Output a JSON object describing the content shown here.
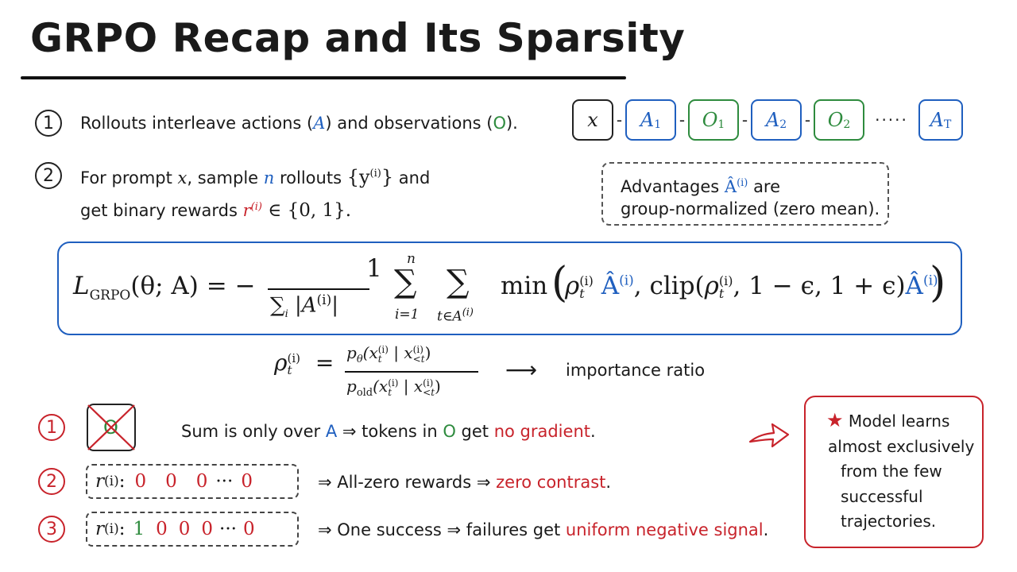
{
  "title": "GRPO Recap and Its Sparsity",
  "points": {
    "p1": {
      "num": "1",
      "text_before": "Rollouts interleave actions (",
      "a": "A",
      "text_mid": ") and observations (",
      "o": "O",
      "text_after": ")."
    },
    "p2": {
      "num": "2",
      "l1_a": "For prompt ",
      "x": "x",
      "l1_b": ", sample ",
      "n": "n",
      "l1_c": " rollouts ",
      "set": "{y",
      "sup_i": "(i)",
      "set_close": "}",
      "l1_d": " and",
      "l2_a": "get binary rewards ",
      "r": "r",
      "l2_b": " ∈ {0, 1}."
    }
  },
  "chain": {
    "x": "x",
    "a1": "A",
    "a1s": "1",
    "o1": "O",
    "o1s": "1",
    "a2": "A",
    "a2s": "2",
    "o2": "O",
    "o2s": "2",
    "at": "A",
    "ats": "T",
    "dash": "-",
    "dots": "·····"
  },
  "advantages": {
    "l1a": "Advantages ",
    "ahat": "Â",
    "sup": "(i)",
    "l1b": " are",
    "l2": "group-normalized (zero mean)."
  },
  "equation": {
    "L": "L",
    "Lsub": "GRPO",
    "args": "(θ; A) = −",
    "num": "1",
    "den_sum": "∑",
    "den_i": "i",
    "den_body": "|A",
    "den_sup": "(i)",
    "den_close": "|",
    "sum1": "∑",
    "sum1_top": "n",
    "sum1_bot": "i=1",
    "sum2": "∑",
    "sum2_bot": "t∈A",
    "sum2_bot_sup": "(i)",
    "min": "min",
    "lparen": "(",
    "rho": "ρ",
    "rho_sub": "t",
    "rho_sup": "(i)",
    "ahat": "Â",
    "comma": ",",
    "clip": "clip(",
    "clip_rest": ", 1 − ϵ, 1 + ϵ)",
    "rparen": ")"
  },
  "ratio": {
    "rho": "ρ",
    "sub": "t",
    "sup": "(i)",
    "eq": "=",
    "numerator": "p_θ(x_t^(i) | x_<t^(i))",
    "n_p": "p",
    "n_psub": "θ",
    "n_body1": "(x",
    "n_sub1": "t",
    "n_sup1": "(i)",
    "n_mid": " | x",
    "n_sub2": "<t",
    "n_sup2": "(i)",
    "n_close": ")",
    "d_p": "p",
    "d_psub": "old",
    "arrow": "⟶",
    "label": "importance ratio"
  },
  "findings": [
    {
      "num": "1",
      "box": "O",
      "t1": "Sum is only over ",
      "a": "A",
      "t2": " ⇒ tokens in ",
      "o": "O",
      "t3": " get ",
      "em": "no gradient",
      "t4": "."
    },
    {
      "num": "2",
      "r": "r",
      "sup": "(i)",
      "values": [
        "0",
        "0",
        "0",
        "···",
        "0"
      ],
      "t1": "⇒ All-zero rewards ⇒ ",
      "em": "zero contrast",
      "t2": "."
    },
    {
      "num": "3",
      "r": "r",
      "sup": "(i)",
      "values": [
        "1",
        "0",
        "0",
        "0",
        "···",
        "0"
      ],
      "t1": "⇒ One success ⇒ failures get ",
      "em": "uniform negative signal",
      "t2": "."
    }
  ],
  "summary": {
    "star": "★",
    "l1": " Model learns",
    "l2": "almost exclusively",
    "l3": "from the few",
    "l4": "successful",
    "l5": "trajectories."
  },
  "colors": {
    "blue": "#1f5fbf",
    "green": "#2e8b3e",
    "red": "#c8232b"
  }
}
